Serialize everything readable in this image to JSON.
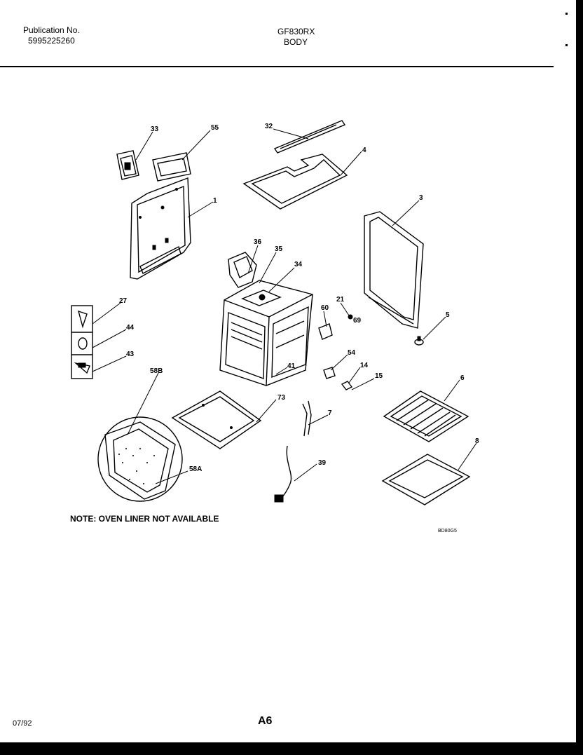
{
  "header": {
    "publication_label": "Publication No.",
    "publication_number": "5995225260",
    "model": "GF830RX",
    "section": "BODY"
  },
  "note": "NOTE: OVEN LINER NOT AVAILABLE",
  "drawing_code": "BD80G5",
  "footer": {
    "date": "07/92",
    "page": "A6"
  },
  "callouts": [
    "33",
    "55",
    "32",
    "4",
    "1",
    "3",
    "36",
    "35",
    "34",
    "27",
    "44",
    "43",
    "21",
    "69",
    "60",
    "5",
    "54",
    "14",
    "15",
    "6",
    "41",
    "58B",
    "73",
    "7",
    "8",
    "39",
    "58A"
  ]
}
